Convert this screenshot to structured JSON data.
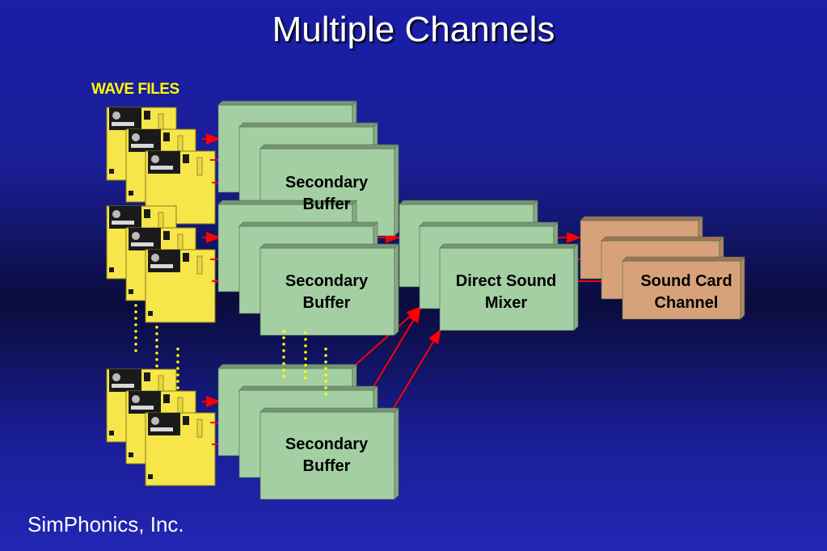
{
  "title": "Multiple Channels",
  "wave_files_label": "WAVE FILES",
  "buffer_label_line1": "Secondary",
  "buffer_label_line2": "Buffer",
  "mixer_label_line1": "Direct Sound",
  "mixer_label_line2": "Mixer",
  "soundcard_label_line1": "Sound Card",
  "soundcard_label_line2": "Channel",
  "footer": "SimPhonics, Inc.",
  "colors": {
    "buffer_fill": "#a3cfa3",
    "soundcard_fill": "#d7a27a",
    "floppy_fill": "#f7e64a",
    "arrow": "#ff0000",
    "dots": "#ffff00"
  }
}
